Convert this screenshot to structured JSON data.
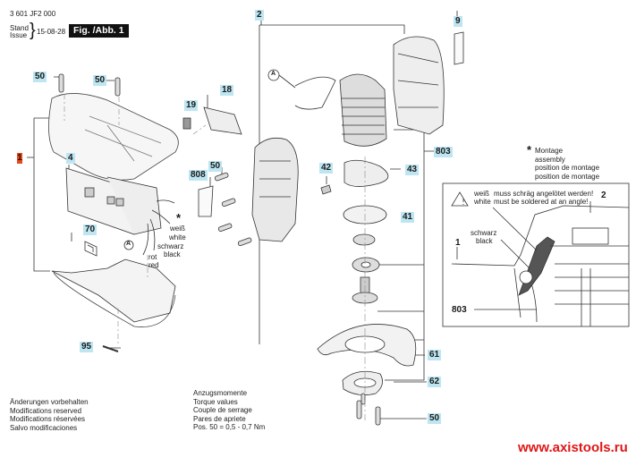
{
  "header": {
    "part_number": "3 601 JF2 000",
    "stand_label": "Stand",
    "issue_label": "Issue",
    "date": "15-08-28",
    "figure_label": "Fig. /Abb. 1"
  },
  "callouts": [
    {
      "id": "1",
      "highlight": "#e34b1f"
    },
    {
      "id": "2",
      "highlight": "#bde6f2"
    },
    {
      "id": "4",
      "highlight": "#bde6f2"
    },
    {
      "id": "9",
      "highlight": "#bde6f2"
    },
    {
      "id": "18",
      "highlight": "#bde6f2"
    },
    {
      "id": "19",
      "highlight": "#bde6f2"
    },
    {
      "id": "41",
      "highlight": "#bde6f2"
    },
    {
      "id": "42",
      "highlight": "#bde6f2"
    },
    {
      "id": "43",
      "highlight": "#bde6f2"
    },
    {
      "id": "50",
      "highlight": "#bde6f2"
    },
    {
      "id": "61",
      "highlight": "#bde6f2"
    },
    {
      "id": "62",
      "highlight": "#bde6f2"
    },
    {
      "id": "70",
      "highlight": "#bde6f2"
    },
    {
      "id": "95",
      "highlight": "#bde6f2"
    },
    {
      "id": "803",
      "highlight": "#bde6f2"
    },
    {
      "id": "808",
      "highlight": "#bde6f2"
    }
  ],
  "wires": {
    "star": "*",
    "white_de": "weiß",
    "white_en": "white",
    "black_de": "schwarz",
    "black_en": "black",
    "red_de": "rot",
    "red_en": "red",
    "connector_a": "A"
  },
  "assembly_note": {
    "star": "*",
    "lines": [
      "Montage",
      "assembly",
      "position de montage",
      "position de montage"
    ]
  },
  "detail_box": {
    "warning_de": "muss schräg angelötet werden!",
    "warning_en": "must be soldered at an angle!",
    "white_de": "weiß",
    "white_en": "white",
    "black_de": "schwarz",
    "black_en": "black",
    "ref_1": "1",
    "ref_2": "2",
    "ref_803": "803"
  },
  "footer_left": {
    "lines": [
      "Änderungen vorbehalten",
      "Modifications reserved",
      "Modifications réservées",
      "Salvo modificaciones"
    ]
  },
  "footer_torque": {
    "lines": [
      "Anzugsmomente",
      "Torque values",
      "Couple de serrage",
      "Pares de apriete",
      "Pos. 50 =  0,5 - 0,7 Nm"
    ]
  },
  "watermark": "www.axistools.ru"
}
